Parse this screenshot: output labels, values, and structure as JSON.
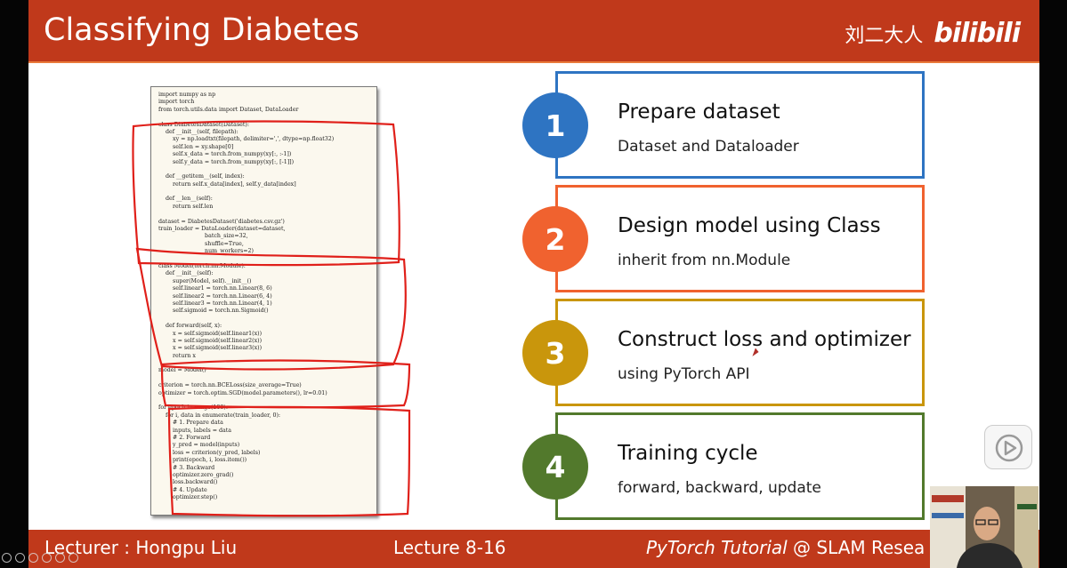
{
  "slide": {
    "title": "Classifying Diabetes",
    "brand_name": "刘二大人",
    "brand_logo": "bilibili"
  },
  "code_lines": [
    "import numpy as np",
    "import torch",
    "from torch.utils.data import Dataset, DataLoader",
    "",
    "class DiabetesDataset(Dataset):",
    "    def __init__(self, filepath):",
    "        xy = np.loadtxt(filepath, delimiter=',', dtype=np.float32)",
    "        self.len = xy.shape[0]",
    "        self.x_data = torch.from_numpy(xy[:, :-1])",
    "        self.y_data = torch.from_numpy(xy[:, [-1]])",
    "",
    "    def __getitem__(self, index):",
    "        return self.x_data[index], self.y_data[index]",
    "",
    "    def __len__(self):",
    "        return self.len",
    "",
    "dataset = DiabetesDataset('diabetes.csv.gz')",
    "train_loader = DataLoader(dataset=dataset,",
    "                          batch_size=32,",
    "                          shuffle=True,",
    "                          num_workers=2)",
    "",
    "class Model(torch.nn.Module):",
    "    def __init__(self):",
    "        super(Model, self).__init__()",
    "        self.linear1 = torch.nn.Linear(8, 6)",
    "        self.linear2 = torch.nn.Linear(6, 4)",
    "        self.linear3 = torch.nn.Linear(4, 1)",
    "        self.sigmoid = torch.nn.Sigmoid()",
    "",
    "    def forward(self, x):",
    "        x = self.sigmoid(self.linear1(x))",
    "        x = self.sigmoid(self.linear2(x))",
    "        x = self.sigmoid(self.linear3(x))",
    "        return x",
    "",
    "model = Model()",
    "",
    "criterion = torch.nn.BCELoss(size_average=True)",
    "optimizer = torch.optim.SGD(model.parameters(), lr=0.01)",
    "",
    "for epoch in range(100):",
    "    for i, data in enumerate(train_loader, 0):",
    "        # 1. Prepare data",
    "        inputs, labels = data",
    "        # 2. Forward",
    "        y_pred = model(inputs)",
    "        loss = criterion(y_pred, labels)",
    "        print(epoch, i, loss.item())",
    "        # 3. Backward",
    "        optimizer.zero_grad()",
    "        loss.backward()",
    "        # 4. Update",
    "        optimizer.step()"
  ],
  "steps": [
    {
      "number": "1",
      "heading": "Prepare dataset",
      "sub": "Dataset and Dataloader",
      "color": "#2e74c2"
    },
    {
      "number": "2",
      "heading": "Design model using Class",
      "sub": " inherit from nn.Module",
      "color": "#f0622f"
    },
    {
      "number": "3",
      "heading": "Construct loss and optimizer",
      "sub": "using PyTorch API",
      "color": "#c9960c"
    },
    {
      "number": "4",
      "heading": "Training cycle",
      "sub": "forward, backward, update",
      "color": "#52792c"
    }
  ],
  "footer": {
    "lecturer": "Lecturer : Hongpu Liu",
    "lecture": "Lecture 8-16",
    "course_italic": "PyTorch Tutorial",
    "course_rest": " @ SLAM Resea"
  },
  "colors": {
    "accent": "#c0391b",
    "annotation_red": "#e0201a"
  }
}
